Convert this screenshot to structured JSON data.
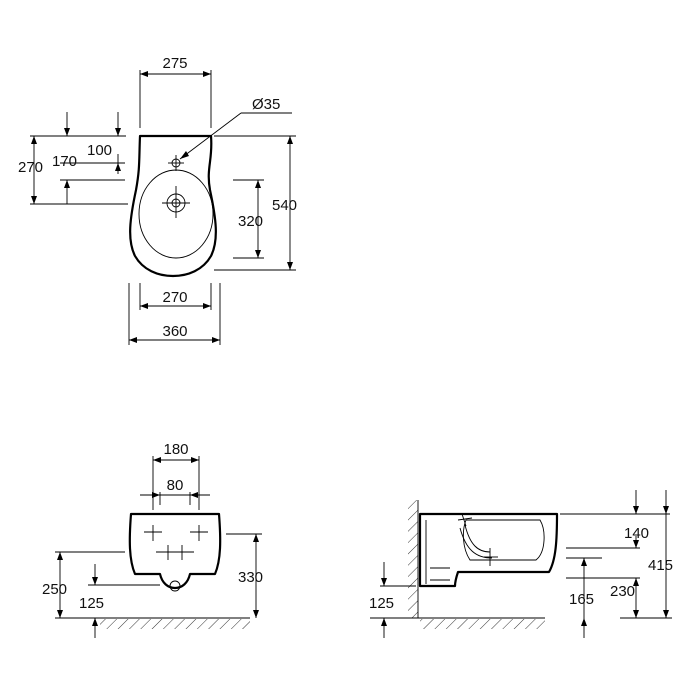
{
  "top_view": {
    "width_top": "275",
    "hole_diameter": "Ø35",
    "height_270": "270",
    "height_170": "170",
    "height_100": "100",
    "height_320": "320",
    "length_540": "540",
    "width_270": "270",
    "width_360": "360"
  },
  "front_view": {
    "width_180": "180",
    "width_80": "80",
    "height_250": "250",
    "height_125": "125",
    "height_330": "330"
  },
  "side_view": {
    "height_125": "125",
    "height_140": "140",
    "height_165": "165",
    "height_230": "230",
    "height_415": "415"
  }
}
